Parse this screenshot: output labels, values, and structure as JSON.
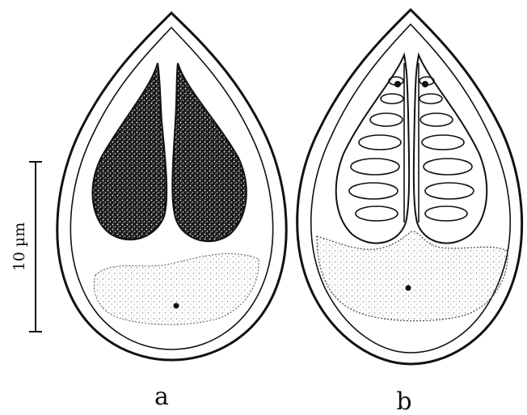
{
  "figure": {
    "scale_bar": {
      "label": "10 µm"
    },
    "panels": [
      {
        "id": "a",
        "label": "a",
        "polar_capsules": "filled",
        "note_state": "undischarged"
      },
      {
        "id": "b",
        "label": "b",
        "polar_capsules": "coiled-filament"
      }
    ]
  },
  "colors": {
    "ink": "#111111",
    "paper": "#ffffff",
    "stipple": "#333333"
  }
}
